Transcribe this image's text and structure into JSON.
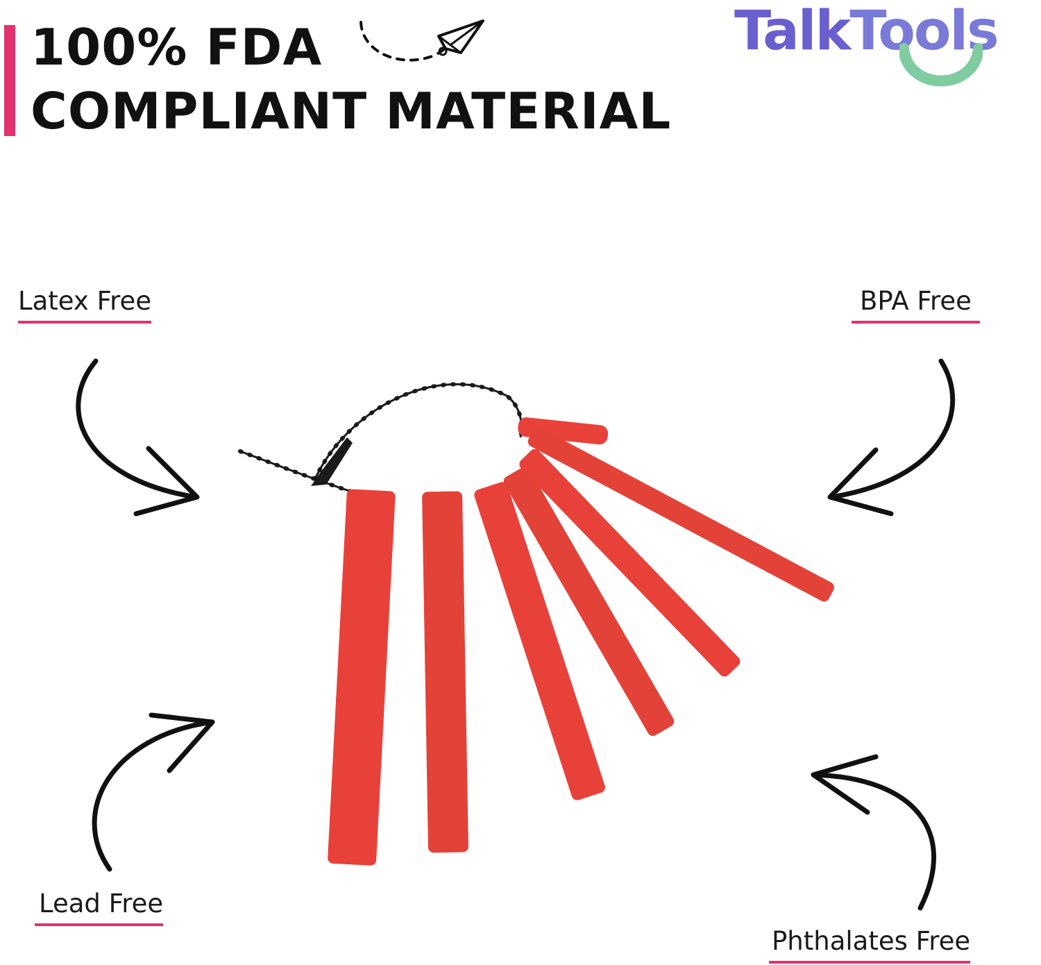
{
  "header": {
    "title_line1": "100% FDA",
    "title_line2": "COMPLIANT MATERIAL",
    "accent_color": "#e3326f"
  },
  "logo": {
    "brand_part1": "Talk",
    "brand_part2": "Tools",
    "primary_color": "#6a5fcf",
    "smile_color": "#7fcca1"
  },
  "features": {
    "latex": "Latex Free",
    "bpa": "BPA Free",
    "lead": "Lead Free",
    "phthalates": "Phthalates Free"
  },
  "product": {
    "bar_color": "#e8413a",
    "cord_color": "#1a1a1a",
    "icon": "bite-bar-set"
  },
  "decor": {
    "kite_icon": "kite-icon",
    "arrow_icon": "curved-arrow-icon"
  }
}
